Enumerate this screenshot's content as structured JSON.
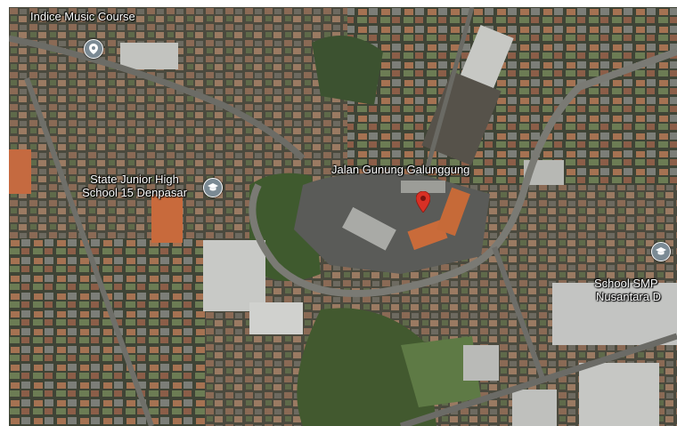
{
  "map": {
    "type": "satellite",
    "labels": {
      "top_left": "Indice Music Course",
      "school_left_line1": "State Junior High",
      "school_left_line2": "School 15 Denpasar",
      "street": "Jalan Gunung Galunggung",
      "school_right_line1": "School SMP",
      "school_right_line2": "Nusantara D"
    },
    "icons": {
      "poi": "school-icon",
      "location": "location-pin-icon"
    },
    "colors": {
      "pin": "#d93025",
      "poi_marker": "#7b8a94"
    }
  }
}
